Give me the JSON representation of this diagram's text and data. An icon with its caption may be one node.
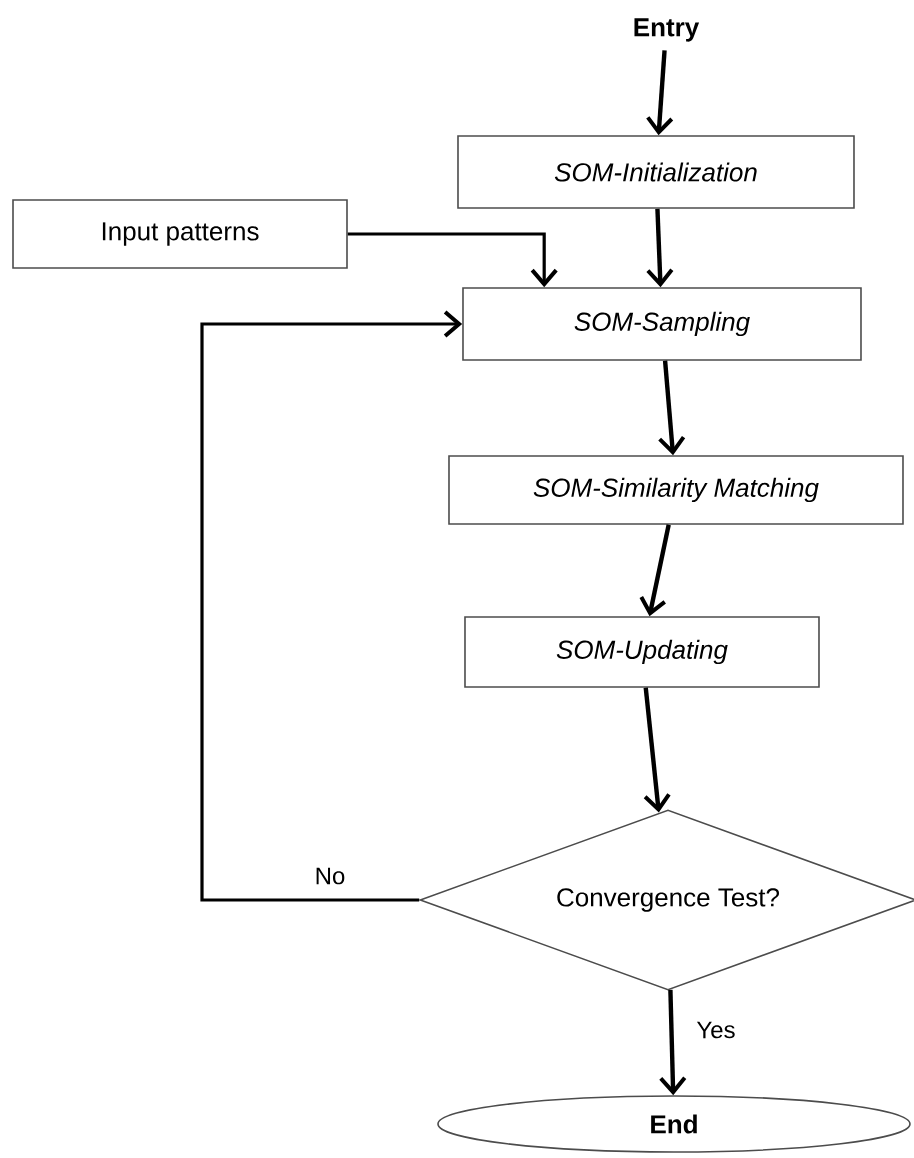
{
  "diagram": {
    "nodes": [
      {
        "text": [
          "Entry"
        ]
      },
      {
        "text": [
          "SOM-Initialization"
        ]
      },
      {
        "text": [
          "Input patterns"
        ]
      },
      {
        "text": [
          "SOM-Sampling"
        ]
      },
      {
        "text": [
          "SOM-Similarity Matching"
        ]
      },
      {
        "text": [
          "SOM-Updating"
        ]
      },
      {
        "text": [
          "Convergence Test?"
        ]
      },
      {
        "text": [
          "End"
        ]
      }
    ],
    "edges": [
      {
        "from": 0,
        "to": 1,
        "arrow": "to"
      },
      {
        "from": 1,
        "to": 3,
        "arrow": "to"
      },
      {
        "from": 2,
        "to": 3,
        "arrow": "to"
      },
      {
        "from": 3,
        "to": 4,
        "arrow": "to"
      },
      {
        "from": 4,
        "to": 5,
        "arrow": "to"
      },
      {
        "from": 5,
        "to": 6,
        "arrow": "to"
      },
      {
        "from": 6,
        "to": 3,
        "arrow": "to",
        "label": "No"
      },
      {
        "from": 6,
        "to": 7,
        "arrow": "to",
        "label": "Yes"
      }
    ]
  }
}
